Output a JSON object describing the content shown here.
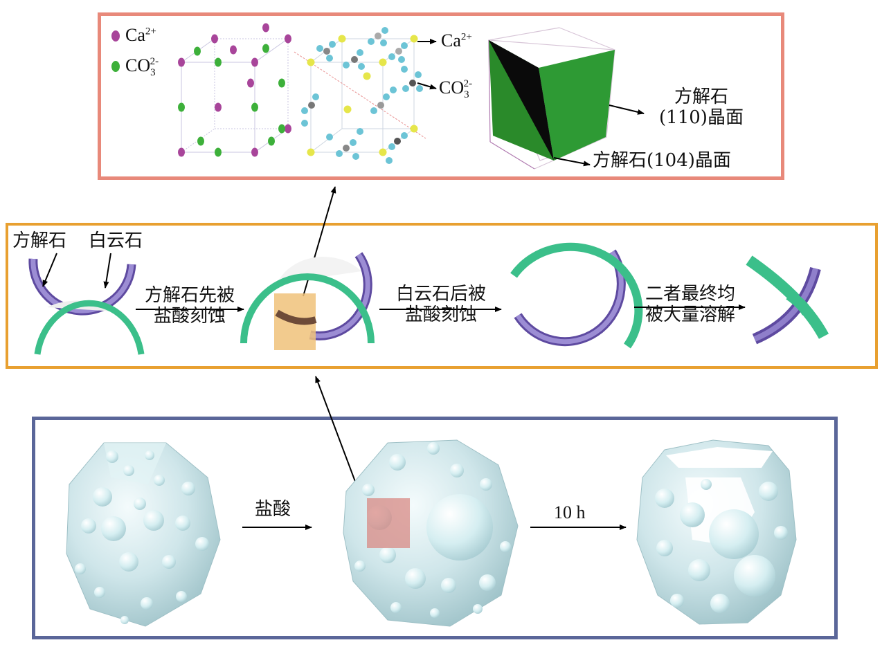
{
  "top_panel": {
    "legend": {
      "ca_label": "Ca",
      "ca_charge": "2+",
      "co3_label": "CO",
      "co3_sub": "3",
      "co3_charge": "2-"
    },
    "lattice_callouts": {
      "ca_label": "Ca",
      "ca_charge": "2+",
      "co3_label": "CO",
      "co3_sub": "3",
      "co3_charge": "2-"
    },
    "face_110_line1": "方解石",
    "face_110_line2": "(110)晶面",
    "face_104": "方解石(104)晶面"
  },
  "mid_panel": {
    "calcite_label": "方解石",
    "dolomite_label": "白云石",
    "step1_line1": "方解石先被",
    "step1_line2": "盐酸刻蚀",
    "step2_line1": "白云石后被",
    "step2_line2": "盐酸刻蚀",
    "step3_line1": "二者最终均",
    "step3_line2": "被大量溶解"
  },
  "bottom_panel": {
    "arrow1_label": "盐酸",
    "arrow2_label": "10 h"
  },
  "colors": {
    "top_border": "#e8897a",
    "mid_border": "#e8a030",
    "bottom_border": "#5a6699",
    "calcite_green": "#3bbf8a",
    "dolomite_purple": "#7f6cc0",
    "ca_ion": "#a8459a",
    "co3_ion": "#3db03a",
    "highlight_orange": "#f0c27a",
    "highlight_pink": "#d88a84",
    "sphere_fill": "#cfe8ec"
  }
}
